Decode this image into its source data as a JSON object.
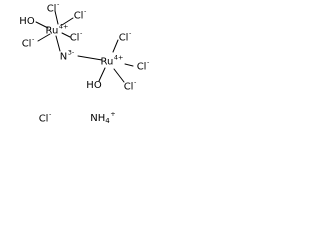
{
  "molecule": {
    "ru1": {
      "symbol": "Ru",
      "charge": "4+"
    },
    "ru2": {
      "symbol": "Ru",
      "charge": "4+"
    },
    "n": {
      "symbol": "N",
      "charge": "3-"
    },
    "ho1": {
      "symbol": "HO"
    },
    "ho2": {
      "symbol": "HO"
    },
    "cl_a": {
      "symbol": "Cl",
      "charge": "-"
    },
    "cl_b": {
      "symbol": "Cl",
      "charge": "-"
    },
    "cl_c": {
      "symbol": "Cl",
      "charge": "-"
    },
    "cl_d": {
      "symbol": "Cl",
      "charge": "-"
    },
    "cl_e": {
      "symbol": "Cl",
      "charge": "-"
    },
    "cl_f": {
      "symbol": "Cl",
      "charge": "-"
    },
    "cl_g": {
      "symbol": "Cl",
      "charge": "-"
    },
    "cl_h": {
      "symbol": "Cl",
      "charge": "-"
    },
    "nh4": {
      "symbol": "NH",
      "subscript": "4",
      "charge": "+"
    }
  }
}
